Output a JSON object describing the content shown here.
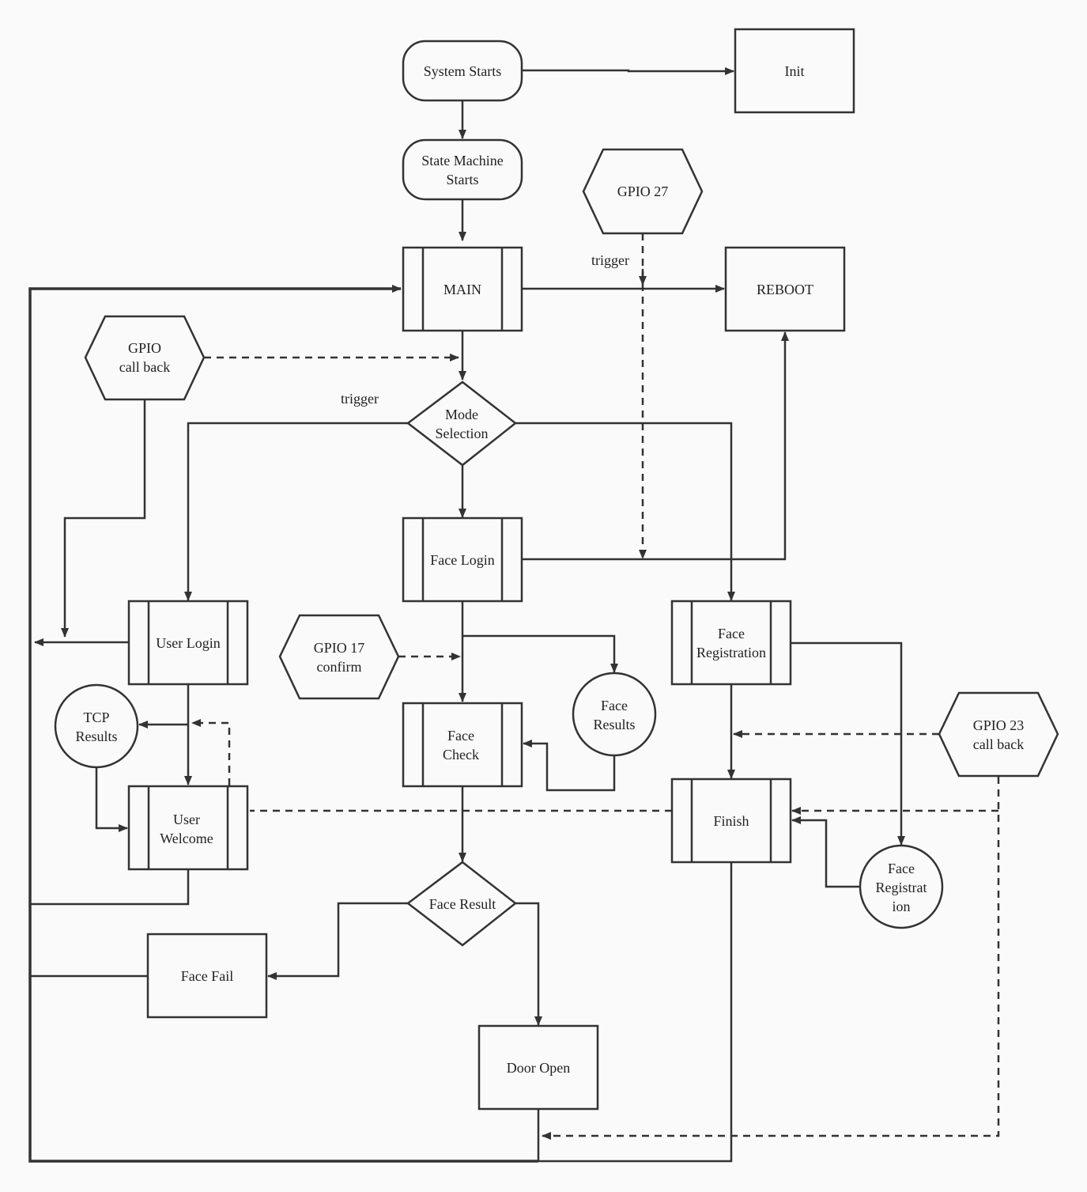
{
  "diagram": {
    "nodes": {
      "system_starts": [
        "System Starts"
      ],
      "init": [
        "Init"
      ],
      "state_machine": [
        "State Machine",
        "Starts"
      ],
      "gpio27": [
        "GPIO 27"
      ],
      "main": [
        "MAIN"
      ],
      "reboot": [
        "REBOOT"
      ],
      "gpio_callback": [
        "GPIO",
        "call back"
      ],
      "mode_selection": [
        "Mode",
        "Selection"
      ],
      "face_login": [
        "Face Login"
      ],
      "user_login": [
        "User Login"
      ],
      "face_registration": [
        "Face",
        "Registration"
      ],
      "gpio17": [
        "GPIO 17",
        "confirm"
      ],
      "face_results": [
        "Face",
        "Results"
      ],
      "tcp_results": [
        "TCP",
        "Results"
      ],
      "face_check": [
        "Face",
        "Check"
      ],
      "gpio23": [
        "GPIO 23",
        "call back"
      ],
      "user_welcome": [
        "User",
        "Welcome"
      ],
      "finish": [
        "Finish"
      ],
      "face_registration_circle": [
        "Face",
        "Registrat",
        "ion"
      ],
      "face_result": [
        "Face Result"
      ],
      "face_fail": [
        "Face Fail"
      ],
      "door_open": [
        "Door Open"
      ]
    },
    "edge_labels": {
      "trigger_gpio27": "trigger",
      "trigger_callback": "trigger"
    },
    "colors": {
      "stroke": "#333333",
      "fill": "#fafafa",
      "background": "#fafafa"
    }
  }
}
